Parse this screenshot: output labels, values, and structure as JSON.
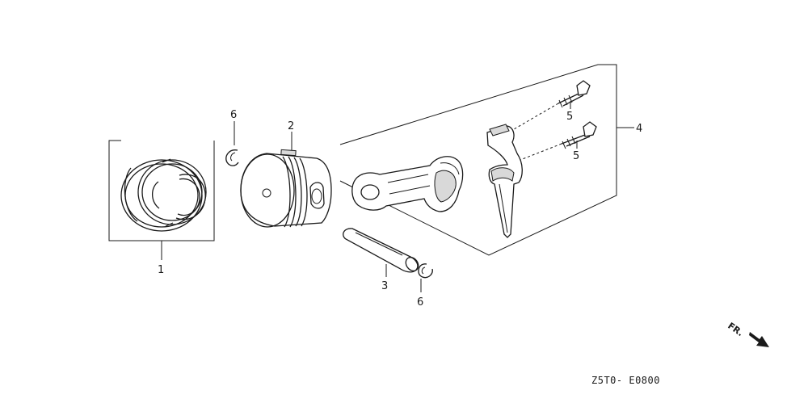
{
  "callouts": {
    "piston_rings": "1",
    "piston": "2",
    "piston_pin": "3",
    "connecting_rod": "4",
    "rod_bolt_upper": "5",
    "rod_bolt_lower": "5",
    "clip_left": "6",
    "clip_right": "6"
  },
  "direction_label": "FR.",
  "diagram_code": "Z5T0- E0800"
}
